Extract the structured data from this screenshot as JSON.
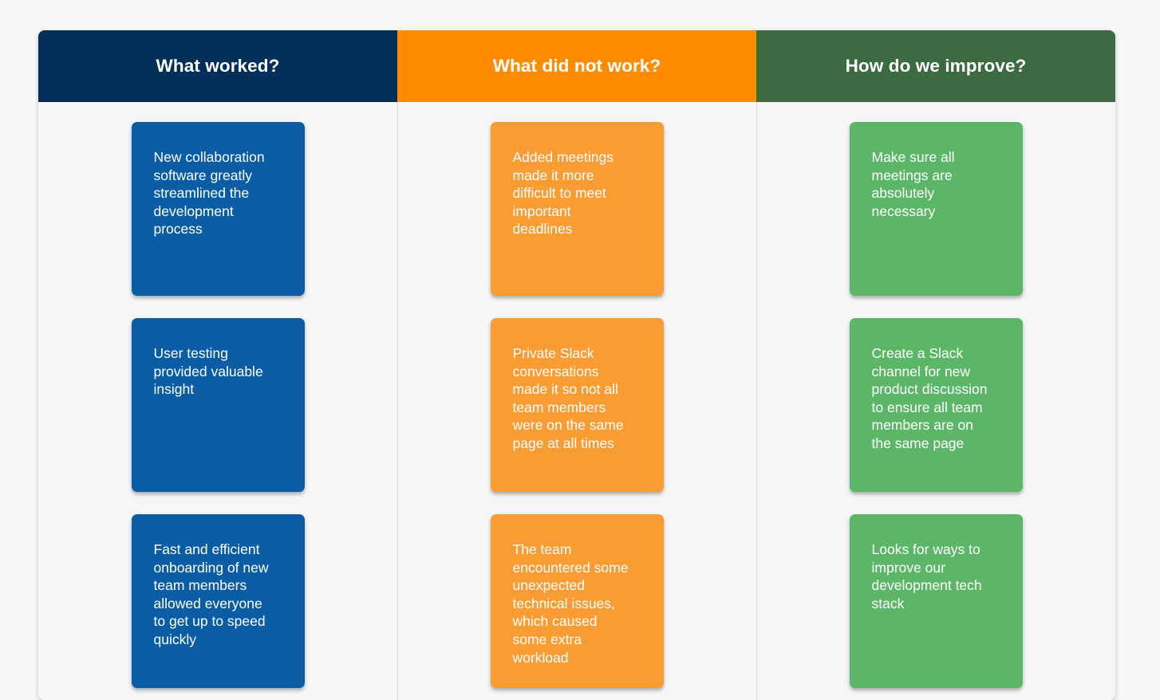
{
  "board": {
    "background_color": "#f5f6f6",
    "page_background_color": "#f7f7f7",
    "divider_color": "#dededf"
  },
  "columns": [
    {
      "id": "what-worked",
      "header": "What worked?",
      "header_color": "#003059",
      "card_color": "#0a5da5",
      "cards": [
        {
          "text": "New collaboration software greatly streamlined the development process"
        },
        {
          "text": "User testing provided valuable insight"
        },
        {
          "text": "Fast and efficient onboarding of new team members allowed everyone to get up to speed quickly"
        }
      ]
    },
    {
      "id": "what-did-not-work",
      "header": "What did not work?",
      "header_color": "#ff8c00",
      "card_color": "#f99c33",
      "cards": [
        {
          "text": "Added meetings made it more difficult to meet important deadlines"
        },
        {
          "text": "Private Slack conversations made it so not all team members were on the same page at all times"
        },
        {
          "text": "The team encountered some unexpected technical issues, which caused some extra workload"
        }
      ]
    },
    {
      "id": "how-do-we-improve",
      "header": "How do we improve?",
      "header_color": "#3c6b42",
      "card_color": "#5cb668",
      "cards": [
        {
          "text": "Make sure all meetings are absolutely necessary"
        },
        {
          "text": "Create a Slack channel for new product discussion to ensure all team members are on the same page"
        },
        {
          "text": "Looks for ways to improve our development tech stack"
        }
      ]
    }
  ]
}
